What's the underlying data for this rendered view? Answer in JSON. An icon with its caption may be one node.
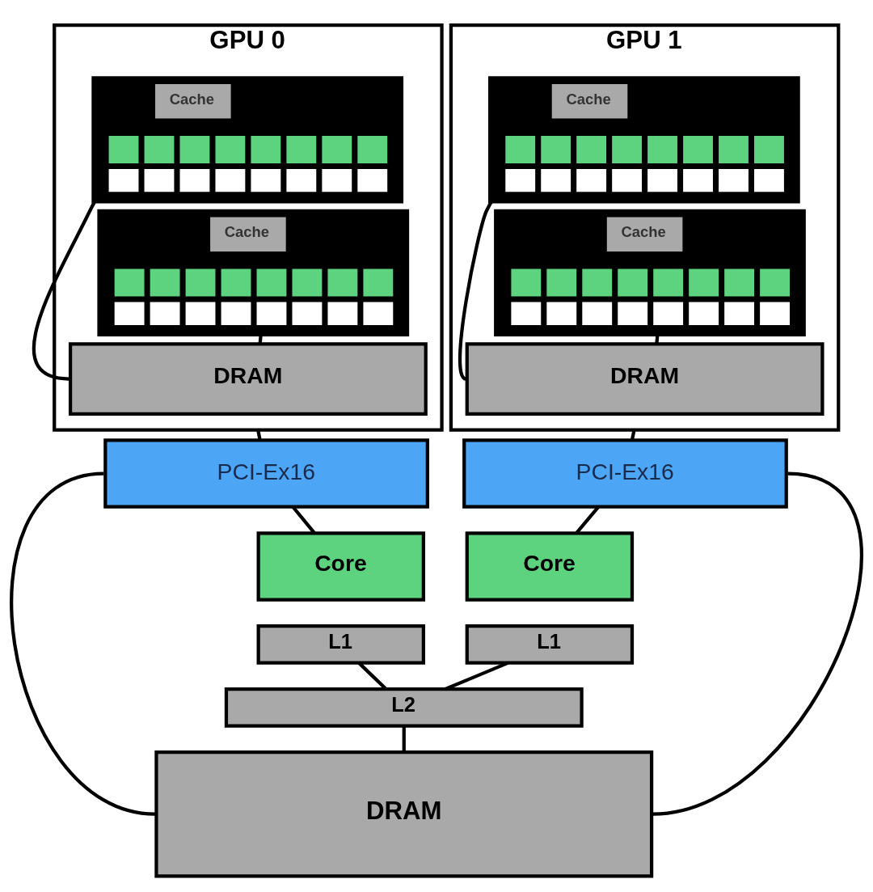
{
  "diagram": {
    "nodes": [
      {
        "text": [
          "GPU 0"
        ]
      },
      {
        "text": [],
        "shape": "box",
        "in": 0
      },
      {
        "text": [
          "Cache"
        ],
        "in": 1
      },
      {
        "text": [],
        "shape": "box",
        "in": 0
      },
      {
        "text": [
          "Cache"
        ],
        "in": 3
      },
      {
        "text": [
          "DRAM"
        ],
        "in": 0
      },
      {
        "text": [
          "GPU 1"
        ]
      },
      {
        "text": [],
        "shape": "box",
        "in": 6
      },
      {
        "text": [
          "Cache"
        ],
        "in": 7
      },
      {
        "text": [],
        "shape": "box",
        "in": 6
      },
      {
        "text": [
          "Cache"
        ],
        "in": 9
      },
      {
        "text": [
          "DRAM"
        ],
        "in": 6
      },
      {
        "text": [
          "PCI-Ex16"
        ]
      },
      {
        "text": [
          "PCI-Ex16"
        ]
      },
      {
        "text": [
          "Core"
        ]
      },
      {
        "text": [
          "L1"
        ]
      },
      {
        "text": [
          "Core"
        ]
      },
      {
        "text": [
          "L1"
        ]
      },
      {
        "text": [
          "L2"
        ]
      },
      {
        "text": [
          "DRAM"
        ]
      }
    ],
    "edges": [
      {
        "from": 1,
        "to": 5,
        "arrow": "none"
      },
      {
        "from": 3,
        "to": 5,
        "arrow": "none"
      },
      {
        "from": 7,
        "to": 11,
        "arrow": "none"
      },
      {
        "from": 9,
        "to": 11,
        "arrow": "none"
      },
      {
        "from": 0,
        "to": 12,
        "arrow": "none"
      },
      {
        "from": 6,
        "to": 13,
        "arrow": "none"
      },
      {
        "from": 12,
        "to": 14,
        "arrow": "none"
      },
      {
        "from": 13,
        "to": 16,
        "arrow": "none"
      },
      {
        "from": 12,
        "to": 19,
        "arrow": "none"
      },
      {
        "from": 13,
        "to": 19,
        "arrow": "none"
      },
      {
        "from": 15,
        "to": 18,
        "arrow": "none"
      },
      {
        "from": 17,
        "to": 18,
        "arrow": "none"
      },
      {
        "from": 18,
        "to": 19,
        "arrow": "none"
      }
    ]
  }
}
